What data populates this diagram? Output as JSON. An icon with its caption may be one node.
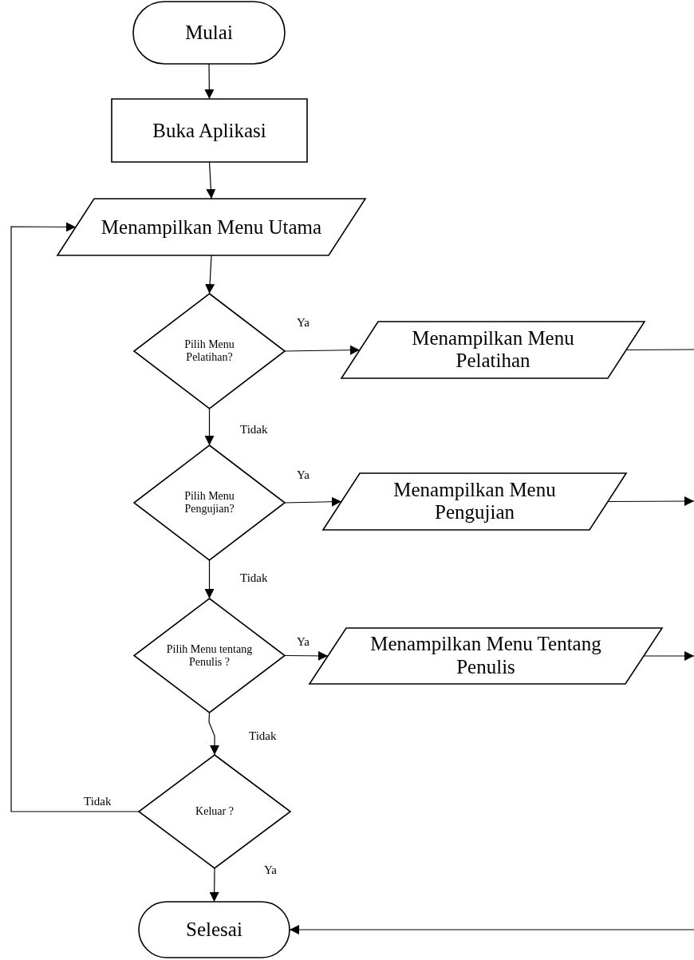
{
  "diagram": {
    "nodes": [
      {
        "text": [
          "Mulai"
        ]
      },
      {
        "text": [
          "Buka Aplikasi"
        ]
      },
      {
        "text": [
          "Menampilkan Menu Utama"
        ]
      },
      {
        "text": [
          "Pilih Menu Pelatihan?"
        ]
      },
      {
        "text": [
          "Menampilkan Menu Pelatihan"
        ]
      },
      {
        "text": [
          "Pilih Menu Pengujian?"
        ]
      },
      {
        "text": [
          "Menampilkan Menu Pengujian"
        ]
      },
      {
        "text": [
          "Pilih Menu tentang Penulis ?"
        ]
      },
      {
        "text": [
          "Menampilkan Menu Tentang Penulis"
        ]
      },
      {
        "text": [
          "Keluar ?"
        ]
      },
      {
        "text": [
          "Selesai"
        ]
      }
    ],
    "edges": [
      {
        "from": 0,
        "to": 1,
        "arrow": "to"
      },
      {
        "from": 1,
        "to": 2,
        "arrow": "to"
      },
      {
        "from": 2,
        "to": 3,
        "arrow": "to"
      },
      {
        "from": 3,
        "to": 4,
        "arrow": "to",
        "label": "Ya"
      },
      {
        "from": 3,
        "to": 5,
        "arrow": "to",
        "label": "Tidak"
      },
      {
        "from": 5,
        "to": 6,
        "arrow": "to",
        "label": "Ya"
      },
      {
        "from": 5,
        "to": 7,
        "arrow": "to",
        "label": "Tidak"
      },
      {
        "from": 7,
        "to": 8,
        "arrow": "to",
        "label": "Ya"
      },
      {
        "from": 7,
        "to": 9,
        "arrow": "to",
        "label": "Tidak"
      },
      {
        "from": 9,
        "to": 2,
        "arrow": "to",
        "label": "Tidak"
      },
      {
        "from": 9,
        "to": 10,
        "arrow": "to",
        "label": "Ya"
      },
      {
        "from": 4,
        "to": null,
        "arrow": "none"
      },
      {
        "from": 6,
        "to": null,
        "arrow": "to"
      },
      {
        "from": 8,
        "to": null,
        "arrow": "to"
      },
      {
        "from": null,
        "to": 10,
        "arrow": "to"
      }
    ]
  }
}
